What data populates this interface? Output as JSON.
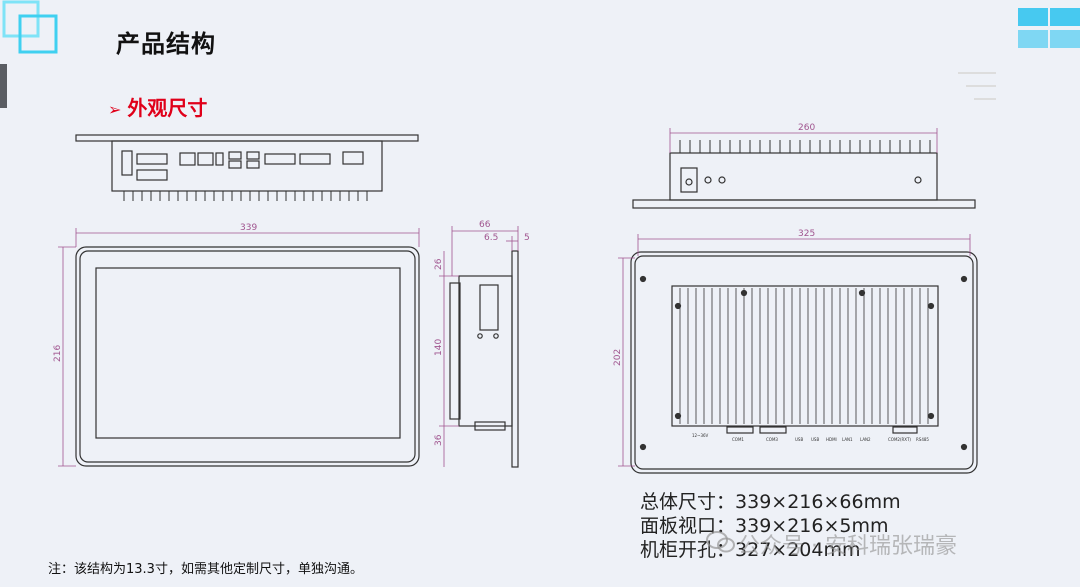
{
  "header": {
    "title": "产品结构",
    "section_title": "外观尺寸",
    "section_arrow_icon": "triangle-right-icon"
  },
  "drawings": {
    "front_width": "339",
    "front_height": "216",
    "side_depth": "66",
    "side_offset": "6.5",
    "side_panel": "5",
    "side_top": "26",
    "side_mid": "140",
    "side_bottom": "36",
    "top_right_width": "260",
    "back_width": "325",
    "back_height": "202",
    "back_port_labels": [
      "12~36V",
      "COM1",
      "COM3",
      "USB",
      "USB",
      "HDMI",
      "LAN1",
      "LAN2",
      "COM2(RXT)",
      "RS485"
    ]
  },
  "specs": [
    {
      "label": "总体尺寸：",
      "value": "339×216×66mm"
    },
    {
      "label": "面板视口：",
      "value": "339×216×5mm"
    },
    {
      "label": "机柜开孔：",
      "value": "327×204mm"
    }
  ],
  "note": "注：该结构为13.3寸，如需其他定制尺寸，单独沟通。",
  "watermark": "公众号 · 安科瑞张瑞豪",
  "colors": {
    "accent_red": "#e0001a",
    "dim_purple": "#a0558f",
    "deco_cyan": "#3fd0f0"
  }
}
